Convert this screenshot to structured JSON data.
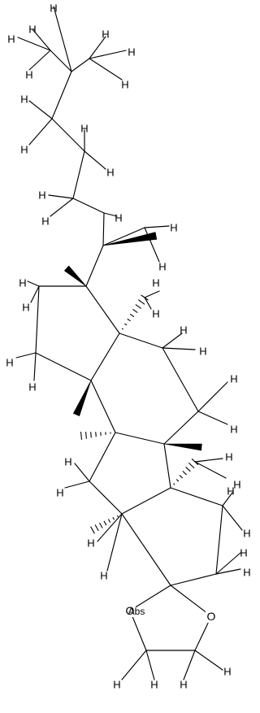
{
  "molecule": {
    "atom_labels": {
      "hydrogen": "H",
      "oxygen": "O",
      "abs_marker": "Abs"
    }
  }
}
